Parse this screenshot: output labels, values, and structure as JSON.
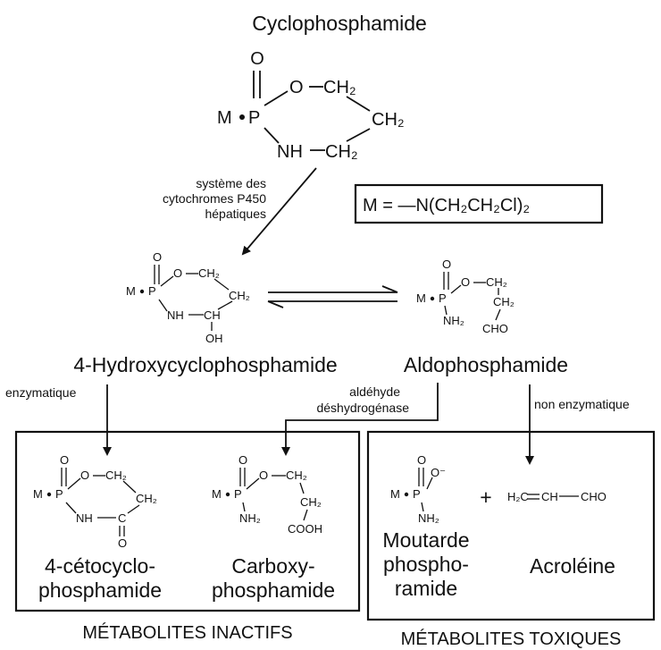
{
  "title": "Cyclophosphamide",
  "top_structure": {
    "O_double": "O",
    "M": "M",
    "P": "P",
    "O_ring": "O",
    "CH2_a": "CH₂",
    "CH2_b": "CH₂",
    "NH": "NH",
    "CH2_c": "CH₂"
  },
  "enzyme_p450": [
    "système des",
    "cytochromes P450",
    "hépatiques"
  ],
  "m_definition": "M = —N(CH₂CH₂Cl)₂",
  "hydroxy_structure": {
    "O_double": "O",
    "M": "M",
    "P": "P",
    "O_ring": "O",
    "CH2_a": "CH₂",
    "CH2_b": "CH₂",
    "NH": "NH",
    "CH": "CH",
    "OH": "OH"
  },
  "aldo_structure": {
    "O_double": "O",
    "M": "M",
    "P": "P",
    "O": "O",
    "CH2_a": "CH₂",
    "CH2_b": "CH₂",
    "NH2": "NH₂",
    "CHO": "CHO"
  },
  "name_hydroxy": "4-Hydroxycyclophosphamide",
  "name_aldo": "Aldophosphamide",
  "arrow_enzymatique": "enzymatique",
  "arrow_aldehyde": [
    "aldéhyde",
    "déshydrogénase"
  ],
  "arrow_non_enzymatique": "non enzymatique",
  "ceto_structure": {
    "O_double": "O",
    "M": "M",
    "P": "P",
    "O_ring": "O",
    "CH2_a": "CH₂",
    "CH2_b": "CH₂",
    "NH": "NH",
    "C": "C",
    "O_bottom": "O"
  },
  "carboxy_structure": {
    "O_double": "O",
    "M": "M",
    "P": "P",
    "O": "O",
    "CH2_a": "CH₂",
    "CH2_b": "CH₂",
    "NH2": "NH₂",
    "COOH": "COOH"
  },
  "mustard_structure": {
    "O_double": "O",
    "O_minus": "O⁻",
    "M": "M",
    "P": "P",
    "NH2": "NH₂"
  },
  "plus": "+",
  "acrolein_formula": {
    "H2C": "H₂C",
    "CH": "CH",
    "CHO": "CHO"
  },
  "name_ceto": [
    "4-cétocyclo-",
    "phosphamide"
  ],
  "name_carboxy": [
    "Carboxy-",
    "phosphamide"
  ],
  "name_moutarde": [
    "Moutarde",
    "phospho-",
    "ramide"
  ],
  "name_acroleine": "Acroléine",
  "label_inactive": "MÉTABOLITES INACTIFS",
  "label_toxic": "MÉTABOLITES TOXIQUES"
}
